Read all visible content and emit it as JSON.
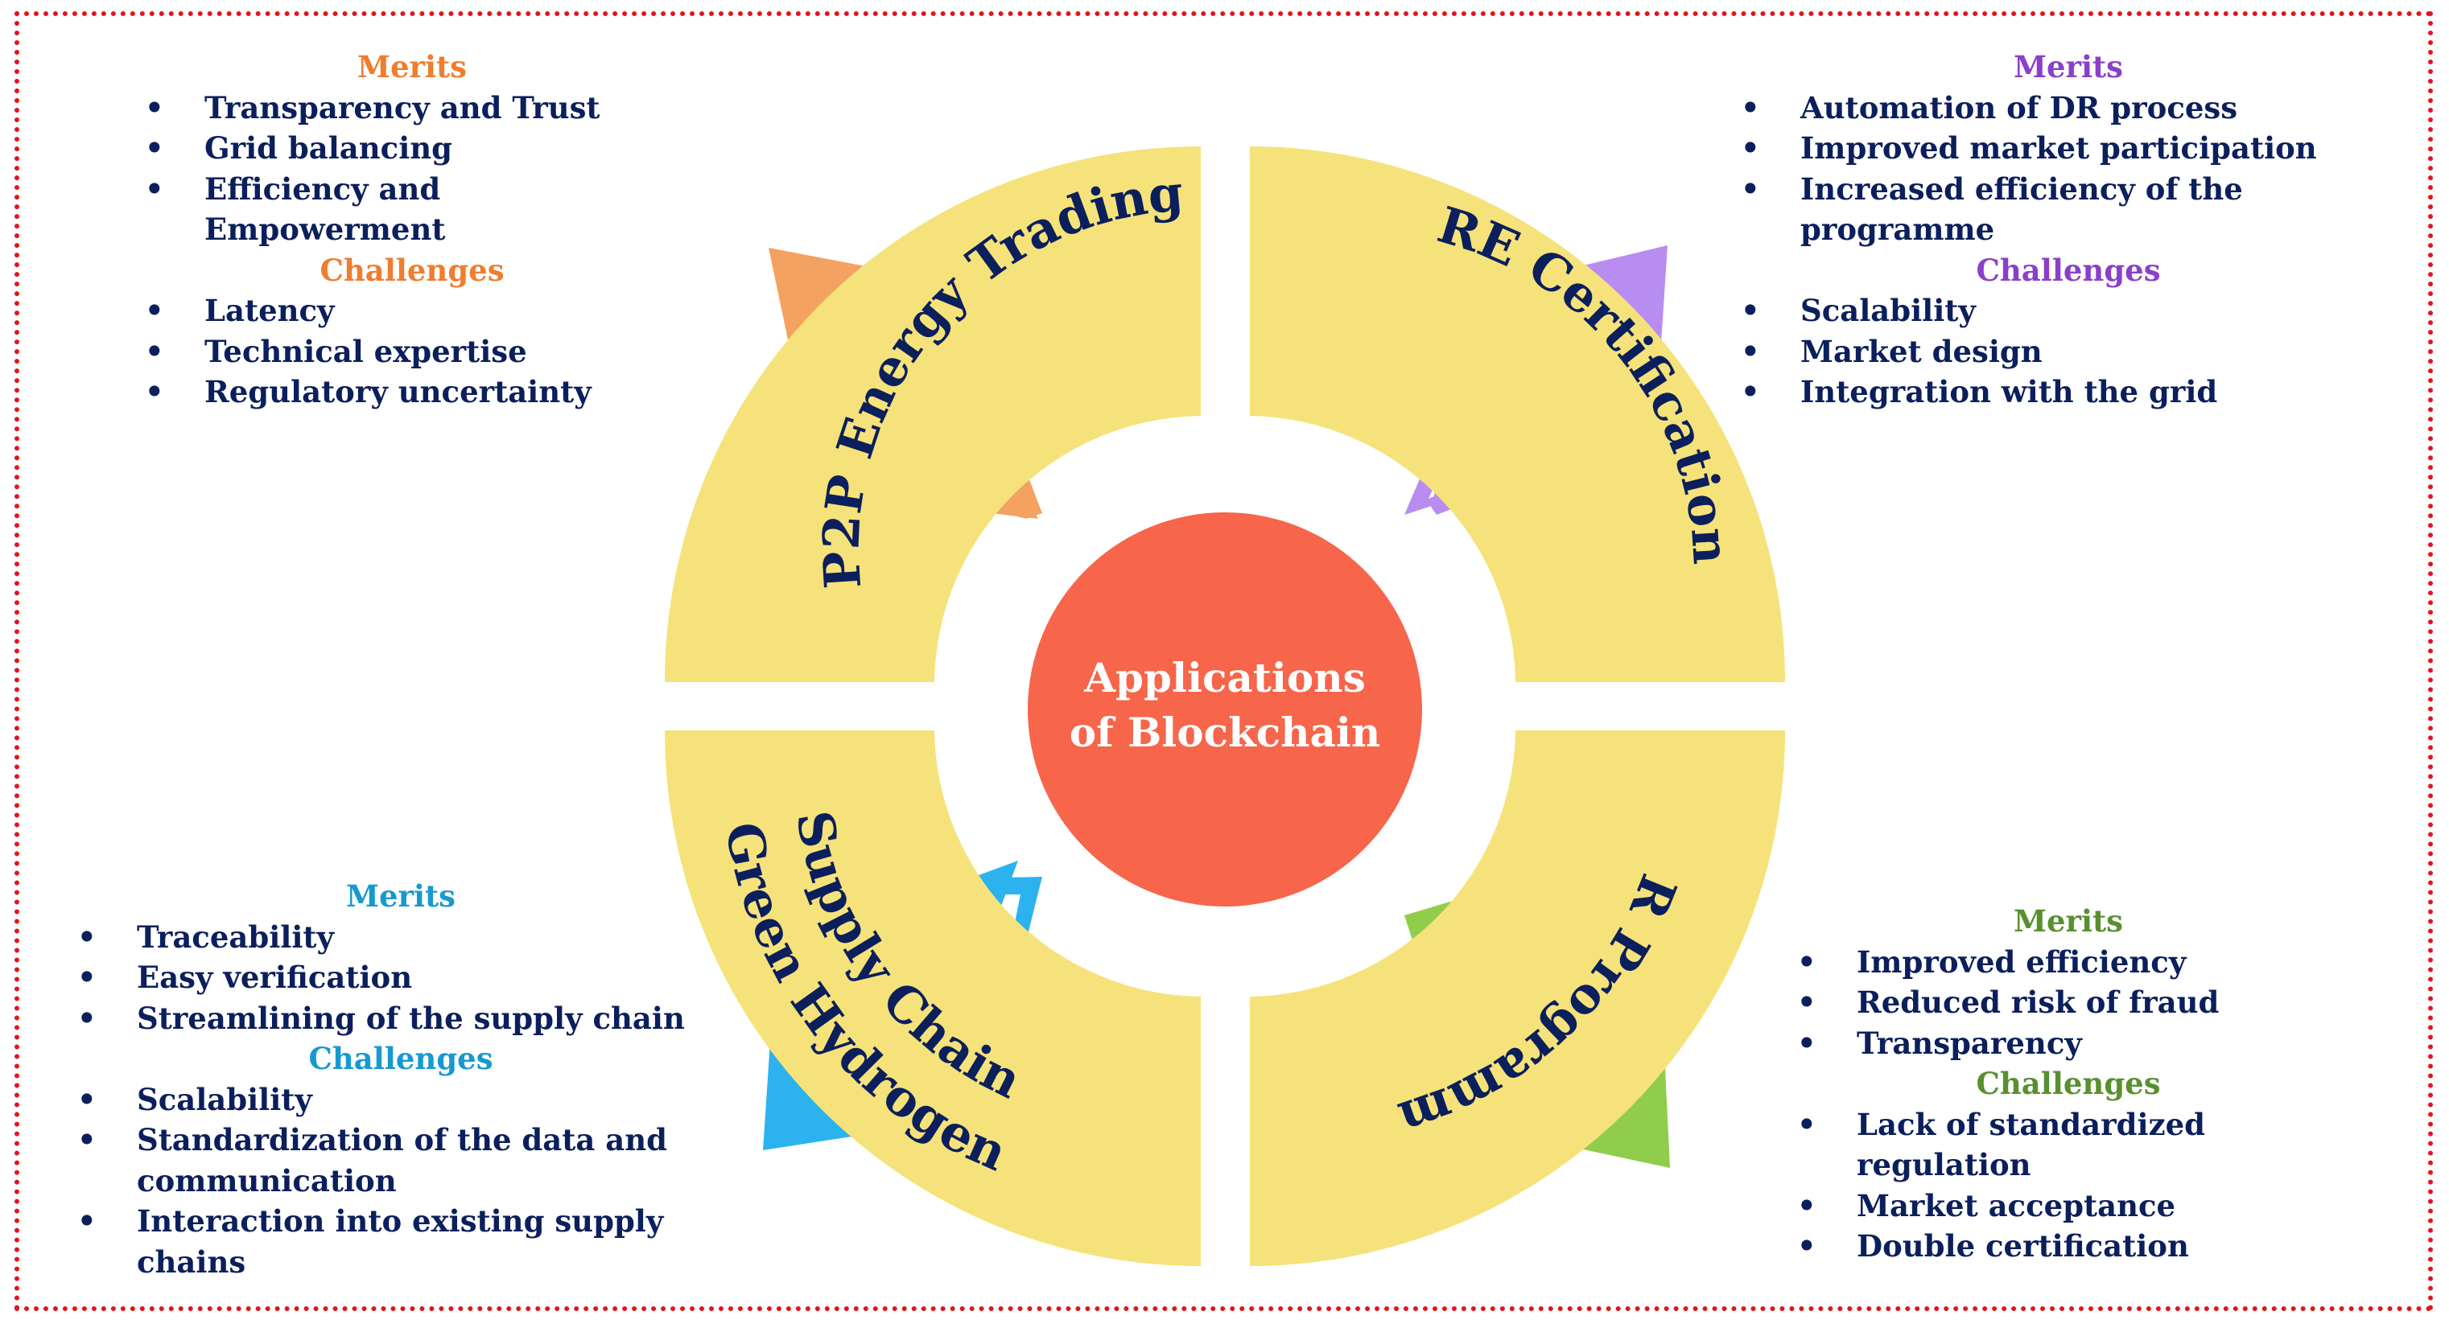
{
  "center_label": [
    "Applications",
    "of Blockchain"
  ],
  "colors": {
    "ring": "#f6e27a",
    "center": "#f7654a",
    "border": "#e2141d",
    "text": "#0b1f5c",
    "p2p": "#f4a261",
    "re": "#b98cf2",
    "green_hydrogen": "#2cb3ef",
    "dr": "#8fcd4a"
  },
  "applications": [
    {
      "id": "p2p",
      "title": "P2P Energy Trading",
      "merits_heading": "Merits",
      "merits": [
        "Transparency and Trust",
        "Grid balancing",
        "Efficiency and Empowerment"
      ],
      "challenges_heading": "Challenges",
      "challenges": [
        "Latency",
        "Technical expertise",
        "Regulatory uncertainty"
      ]
    },
    {
      "id": "re",
      "title": "RE Certification",
      "merits_heading": "Merits",
      "merits": [
        "Automation of DR process",
        "Improved market participation",
        "Increased efficiency of the programme"
      ],
      "challenges_heading": "Challenges",
      "challenges": [
        "Scalability",
        "Market design",
        "Integration with the grid"
      ]
    },
    {
      "id": "green_hydrogen",
      "title": "Green Hydrogen Supply Chain",
      "title_lines": [
        "Green Hydrogen",
        "Supply Chain"
      ],
      "merits_heading": "Merits",
      "merits": [
        "Traceability",
        "Easy verification",
        "Streamlining of the supply chain"
      ],
      "challenges_heading": "Challenges",
      "challenges": [
        "Scalability",
        "Standardization of the data and communication",
        "Interaction into existing supply chains"
      ]
    },
    {
      "id": "dr",
      "title": "DR Programme",
      "merits_heading": "Merits",
      "merits": [
        "Improved efficiency",
        "Reduced risk of fraud",
        "Transparency"
      ],
      "challenges_heading": "Challenges",
      "challenges": [
        "Lack of standardized regulation",
        "Market acceptance",
        "Double certification"
      ]
    }
  ]
}
